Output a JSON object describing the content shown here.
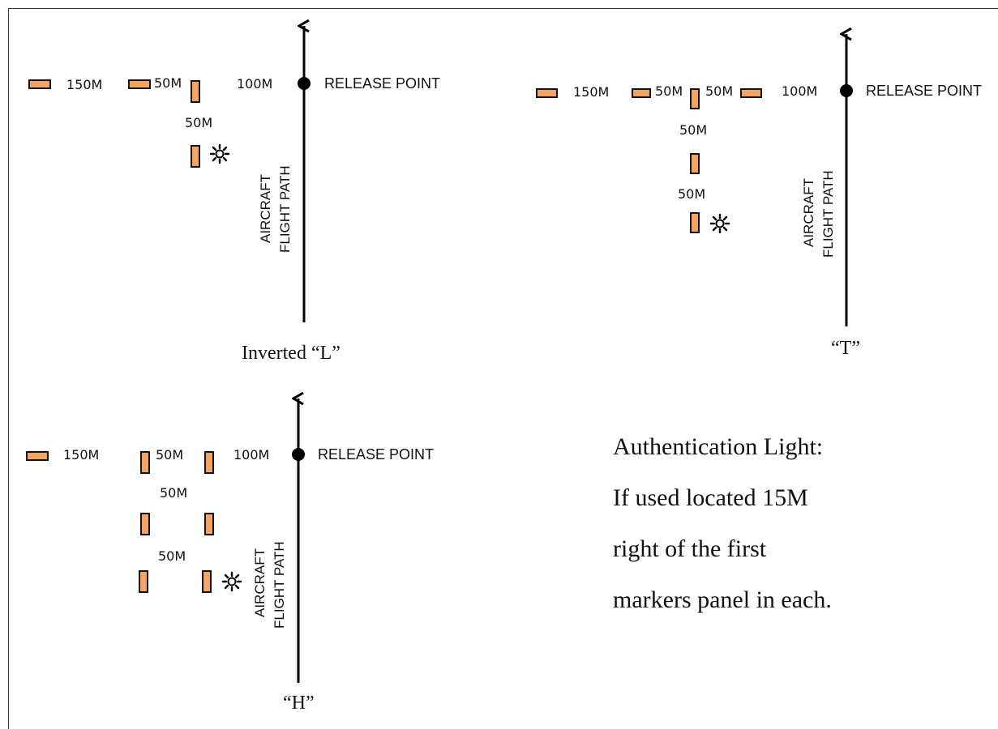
{
  "colors": {
    "panel_fill": "#f4a460",
    "panel_stroke": "#111111",
    "line": "#000000"
  },
  "icons": {
    "authentication_light": "sun-icon"
  },
  "diagrams": {
    "inverted_l": {
      "caption": "Inverted “L”",
      "release_point": "RELEASE POINT",
      "flight_path_line1": "AIRCRAFT",
      "flight_path_line2": "FLIGHT PATH",
      "dist_150": "150M",
      "dist_50_top": "50M",
      "dist_100": "100M",
      "dist_50_vertical": "50M"
    },
    "t": {
      "caption": "“T”",
      "release_point": "RELEASE POINT",
      "flight_path_line1": "AIRCRAFT",
      "flight_path_line2": "FLIGHT PATH",
      "dist_150": "150M",
      "dist_50_a": "50M",
      "dist_50_b": "50M",
      "dist_100": "100M",
      "dist_50_v1": "50M",
      "dist_50_v2": "50M"
    },
    "h": {
      "caption": "“H”",
      "release_point": "RELEASE POINT",
      "flight_path_line1": "AIRCRAFT",
      "flight_path_line2": "FLIGHT PATH",
      "dist_150": "150M",
      "dist_50_top": "50M",
      "dist_100": "100M",
      "dist_50_v1": "50M",
      "dist_50_v2": "50M"
    }
  },
  "note": {
    "line1": "Authentication Light:",
    "line2": "If used located 15M",
    "line3": "right of the first",
    "line4": "markers panel in each."
  }
}
